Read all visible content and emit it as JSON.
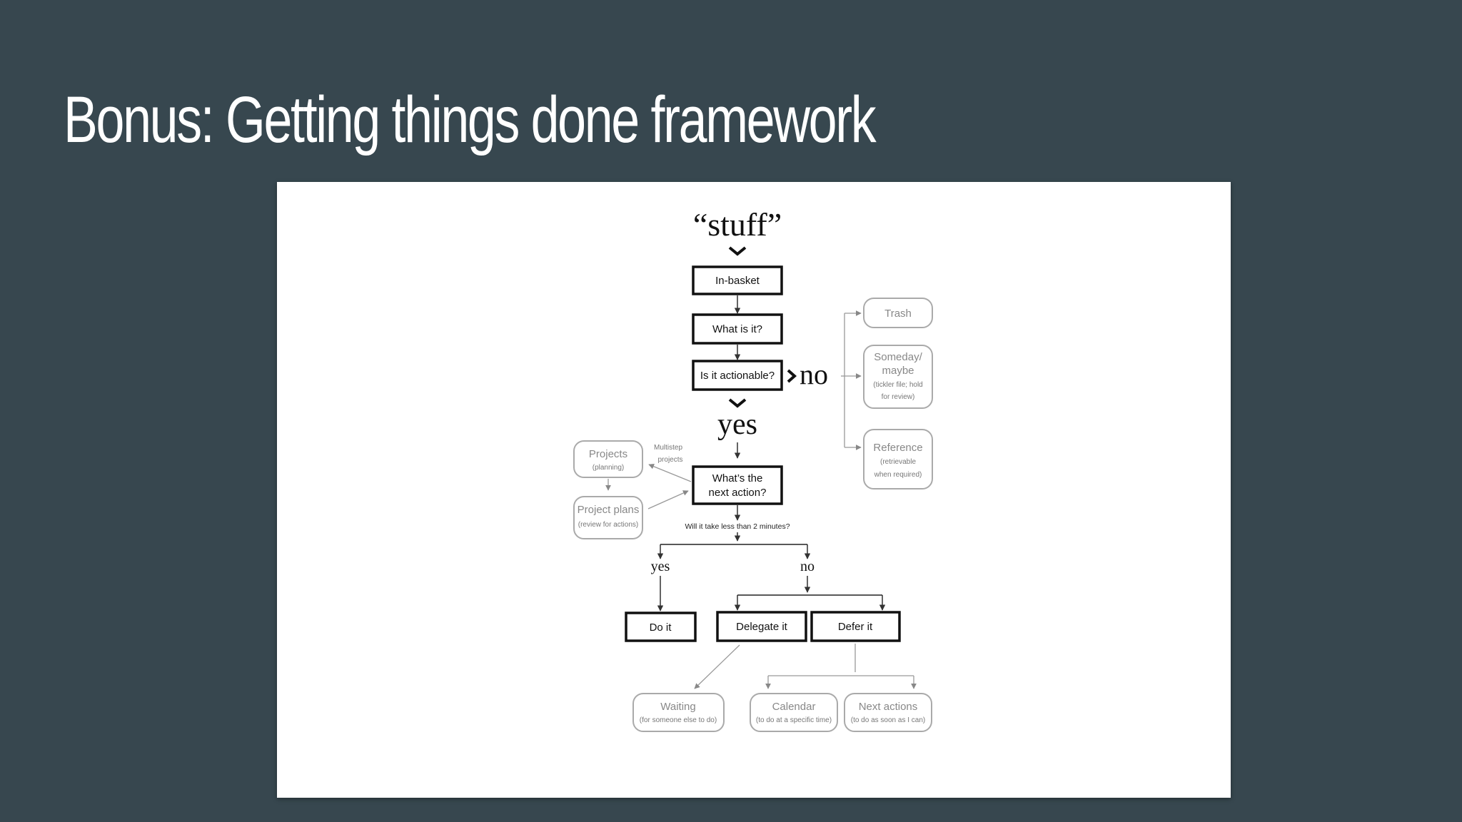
{
  "slide": {
    "title": "Bonus: Getting things done framework"
  },
  "diagram": {
    "stuff": "“stuff”",
    "in_basket": "In-basket",
    "what_is_it": "What is it?",
    "is_actionable": "Is it actionable?",
    "no_big": "no",
    "yes_big": "yes",
    "trash": "Trash",
    "someday_title_1": "Someday/",
    "someday_title_2": "maybe",
    "someday_note_1": "(tickler file; hold",
    "someday_note_2": "for review)",
    "reference_title": "Reference",
    "reference_note_1": "(retrievable",
    "reference_note_2": "when required)",
    "projects_title": "Projects",
    "projects_note": "(planning)",
    "multistep_1": "Multistep",
    "multistep_2": "projects",
    "project_plans_title": "Project plans",
    "project_plans_note": "(review for actions)",
    "next_action_1": "What’s the",
    "next_action_2": "next action?",
    "two_minutes": "Will it take less than 2 minutes?",
    "yes_small": "yes",
    "no_small": "no",
    "do_it": "Do it",
    "delegate_it": "Delegate it",
    "defer_it": "Defer it",
    "waiting_title": "Waiting",
    "waiting_note": "(for someone else to do)",
    "calendar_title": "Calendar",
    "calendar_note": "(to do at a specific time)",
    "next_actions_title": "Next actions",
    "next_actions_note": "(to do as soon as I can)"
  }
}
